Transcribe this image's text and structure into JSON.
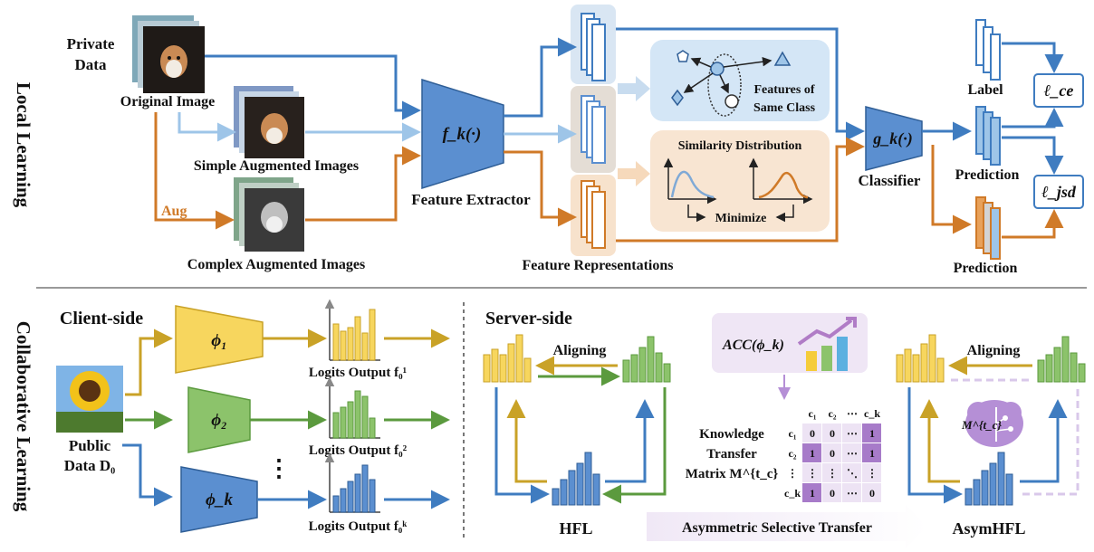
{
  "top": {
    "section_label": "Local Learning",
    "private_data": [
      "Private",
      "Data"
    ],
    "original_image": "Original Image",
    "simple_aug": "Simple Augmented Images",
    "aug": "Aug",
    "complex_aug": "Complex Augmented Images",
    "extractor_symbol": "f_k(·)",
    "feature_extractor": "Feature Extractor",
    "feature_representations": "Feature Representations",
    "features_same_class": [
      "Features of",
      "Same Class"
    ],
    "similarity_distribution": "Similarity Distribution",
    "minimize": "Minimize",
    "classifier_symbol": "g_k(·)",
    "classifier": "Classifier",
    "label": "Label",
    "prediction_1": "Prediction",
    "prediction_2": "Prediction",
    "loss_ce": "ℓ_ce",
    "loss_jsd": "ℓ_jsd"
  },
  "bottom": {
    "section_label": "Collaborative Learning",
    "client_side": "Client-side",
    "public_data": [
      "Public",
      "Data D₀"
    ],
    "phi_1": "ϕ₁",
    "phi_2": "ϕ₂",
    "phi_k": "ϕ_k",
    "logits_1": "Logits Output f₀¹",
    "logits_2": "Logits Output f₀²",
    "logits_k": "Logits Output f₀ᵏ",
    "ellipsis": "⋮",
    "server_side": "Server-side",
    "aligning_1": "Aligning",
    "aligning_2": "Aligning",
    "acc": "ACC(ϕ_k)",
    "kt_matrix_label": [
      "Knowledge",
      "Transfer",
      "Matrix M^{t_c}"
    ],
    "mtc_symbol": "M^{t_c}",
    "matrix_headers": [
      "c₁",
      "c₂",
      "⋯",
      "c_k"
    ],
    "matrix_rows": [
      {
        "head": "c₁",
        "cells": [
          "0",
          "0",
          "⋯",
          "1"
        ]
      },
      {
        "head": "c₂",
        "cells": [
          "1",
          "0",
          "⋯",
          "1"
        ]
      },
      {
        "head": "⋮",
        "cells": [
          "⋮",
          "⋮",
          "⋱",
          "⋮"
        ]
      },
      {
        "head": "c_k",
        "cells": [
          "1",
          "0",
          "⋯",
          "0"
        ]
      }
    ],
    "hfl": "HFL",
    "asym_transfer": "Asymmetric Selective Transfer",
    "asymhfl": "AsymHFL"
  },
  "colors": {
    "blue": "#4a86c5",
    "blue_fill": "#5b8fd0",
    "light_blue": "#9ec5e8",
    "orange": "#d07a28",
    "orange_fill": "#e08c3a",
    "yellow": "#f5cc3a",
    "green": "#6aa84f",
    "purple": "#8e6fb8",
    "gray": "#888888"
  }
}
